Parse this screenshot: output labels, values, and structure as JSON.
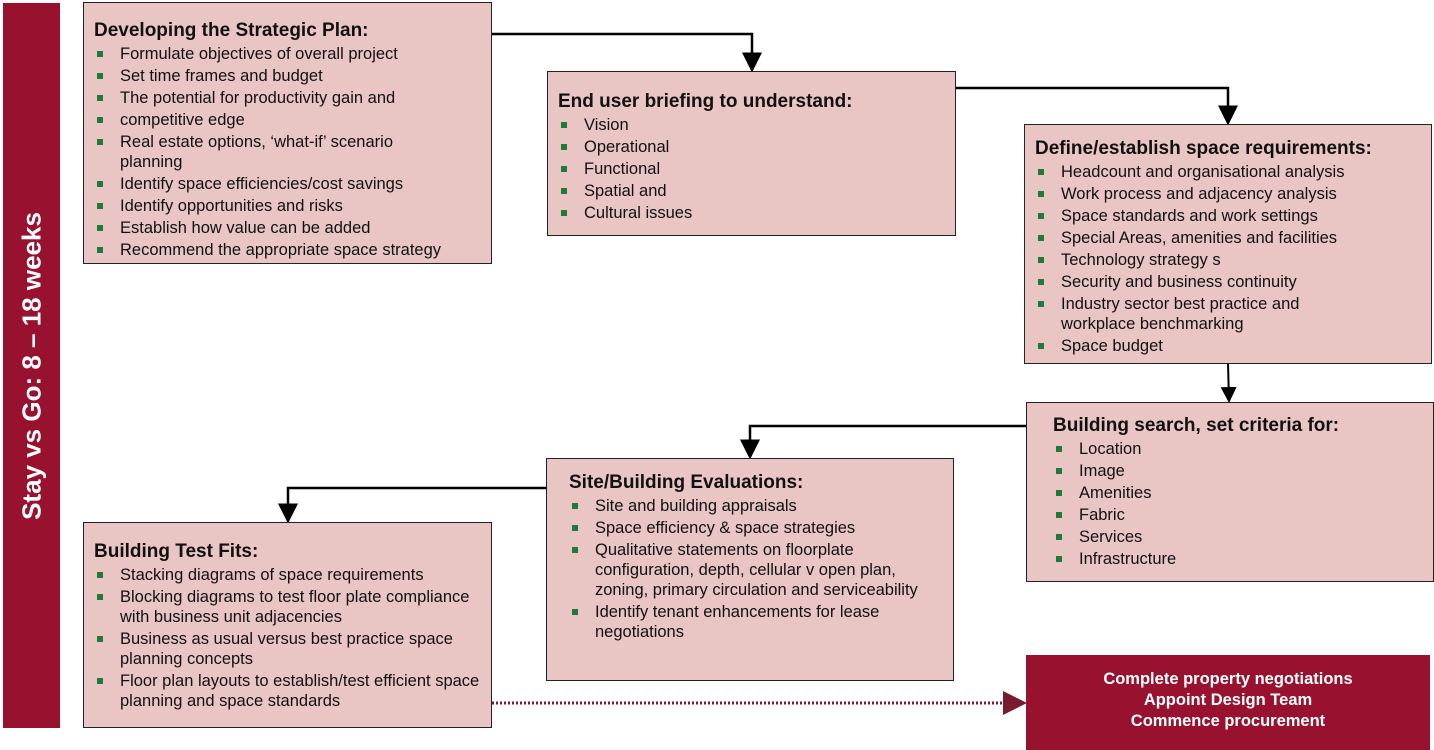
{
  "side_label": "Stay vs Go: 8 – 18 weeks",
  "colors": {
    "maroon": "#981230",
    "box_fill": "#e9c5c4",
    "bullet": "#1e7a3c"
  },
  "boxes": [
    {
      "title": "Developing the Strategic Plan:",
      "items": [
        "Formulate objectives of overall project",
        "Set time frames and budget",
        "The potential for productivity gain and",
        "competitive edge",
        "Real estate options, ‘what-if’ scenario planning",
        "Identify space efficiencies/cost savings",
        "Identify opportunities and risks",
        "Establish how value can be added",
        "Recommend the appropriate space strategy"
      ]
    },
    {
      "title": "End user briefing to understand:",
      "items": [
        "Vision",
        "Operational",
        "Functional",
        "Spatial and",
        "Cultural issues"
      ]
    },
    {
      "title": "Define/establish space requirements:",
      "items": [
        "Headcount and organisational analysis",
        "Work process and adjacency analysis",
        "Space standards and work settings",
        "Special Areas, amenities and facilities",
        "Technology strategy s",
        "Security and business continuity",
        "Industry sector best practice and workplace benchmarking",
        "Space budget"
      ]
    },
    {
      "title": "Building search, set criteria for:",
      "items": [
        "Location",
        "Image",
        "Amenities",
        "Fabric",
        "Services",
        "Infrastructure"
      ]
    },
    {
      "title": "Site/Building Evaluations:",
      "items": [
        "Site and building appraisals",
        "Space efficiency & space strategies",
        "Qualitative statements on floorplate configuration, depth, cellular v open plan, zoning, primary circulation and serviceability",
        "Identify tenant enhancements for lease negotiations"
      ]
    },
    {
      "title": "Building Test Fits:",
      "items": [
        "Stacking diagrams of space requirements",
        "Blocking diagrams to test floor plate compliance with business unit adjacencies",
        "Business as usual versus best practice space planning concepts",
        "Floor plan layouts to establish/test efficient space planning and space standards"
      ]
    }
  ],
  "final": [
    "Complete property negotiations",
    "Appoint Design Team",
    "Commence procurement"
  ]
}
